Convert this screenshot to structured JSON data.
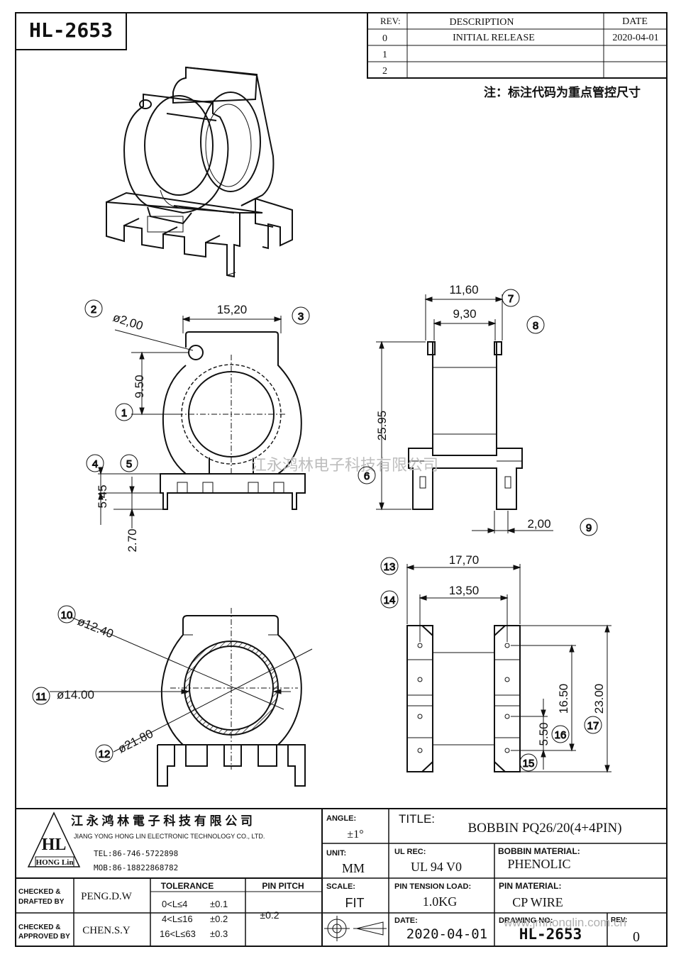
{
  "part_number": "HL-2653",
  "revision_table": {
    "headers": [
      "REV:",
      "DESCRIPTION",
      "DATE"
    ],
    "rows": [
      {
        "rev": "0",
        "description": "INITIAL RELEASE",
        "date": "2020-04-01"
      },
      {
        "rev": "1",
        "description": "",
        "date": ""
      },
      {
        "rev": "2",
        "description": "",
        "date": ""
      }
    ]
  },
  "note": "注：标注代码为重点管控尺寸",
  "watermark": "江永鸿林电子科技有限公司",
  "dimensions": {
    "front": {
      "d_hole": "ø2,00",
      "width": "15,20",
      "center_height": "9.50",
      "pin_h1": "5.45",
      "pin_h2": "2.70"
    },
    "side": {
      "w_outer": "11,60",
      "w_inner": "9,30",
      "height": "25.95",
      "pin_offset": "2,00"
    },
    "top": {
      "d_inner": "ø12.40",
      "d_mid": "ø14.00",
      "d_outer": "ø21.80"
    },
    "bottom": {
      "w_outer": "17,70",
      "w_inner": "13,50",
      "h_outer": "23.00",
      "h_inner": "16.50",
      "pin_pitch": "5.50"
    }
  },
  "balloons": [
    "1",
    "2",
    "3",
    "4",
    "5",
    "6",
    "7",
    "8",
    "9",
    "10",
    "11",
    "12",
    "13",
    "14",
    "15",
    "16",
    "17"
  ],
  "title_block": {
    "company_cn": "江 永 鸿 林 電 子 科 技 有 限 公 司",
    "company_en": "JIANG YONG HONG LIN ELECTRONIC TECHNOLOGY CO., LTD.",
    "logo_text": "HL",
    "logo_sub": "HONG Lin",
    "tel": "TEL:86-746-5722898",
    "mob": "MOB:86-18822868782",
    "angle_label": "ANGLE:",
    "angle_value": "±1°",
    "title_label": "TITLE:",
    "title_value": "BOBBIN PQ26/20(4+4PIN)",
    "unit_label": "UNIT:",
    "unit_value": "MM",
    "ul_label": "UL REC:",
    "ul_value": "UL 94 V0",
    "bobbin_mat_label": "BOBBIN MATERIAL:",
    "bobbin_mat_value": "PHENOLIC",
    "checked_drafted_1": "CHECKED &",
    "checked_drafted_2": "DRAFTED BY",
    "drafter": "PENG.D.W",
    "tolerance_label": "TOLERANCE",
    "tolerance_rows": [
      {
        "range": "0<L≤4",
        "value": "±0.1"
      },
      {
        "range": "4<L≤16",
        "value": "±0.2"
      },
      {
        "range": "16<L≤63",
        "value": "±0.3"
      }
    ],
    "pin_pitch_label": "PIN PITCH",
    "pin_pitch_value": "±0.2",
    "scale_label": "SCALE:",
    "scale_value": "FIT",
    "tension_label": "PIN TENSION LOAD:",
    "tension_value": "1.0KG",
    "pin_mat_label": "PIN MATERIAL:",
    "pin_mat_value": "CP WIRE",
    "checked_approved_1": "CHECKED &",
    "checked_approved_2": "APPROVED BY",
    "approver": "CHEN.S.Y",
    "date_label": "DATE:",
    "date_value": "2020-04-01",
    "drawing_no_label": "DRAWING NO:",
    "drawing_no_value": "HL-2653",
    "rev_label": "REV:",
    "rev_value": "0",
    "website": "www.jmhonglin.com.cn"
  }
}
